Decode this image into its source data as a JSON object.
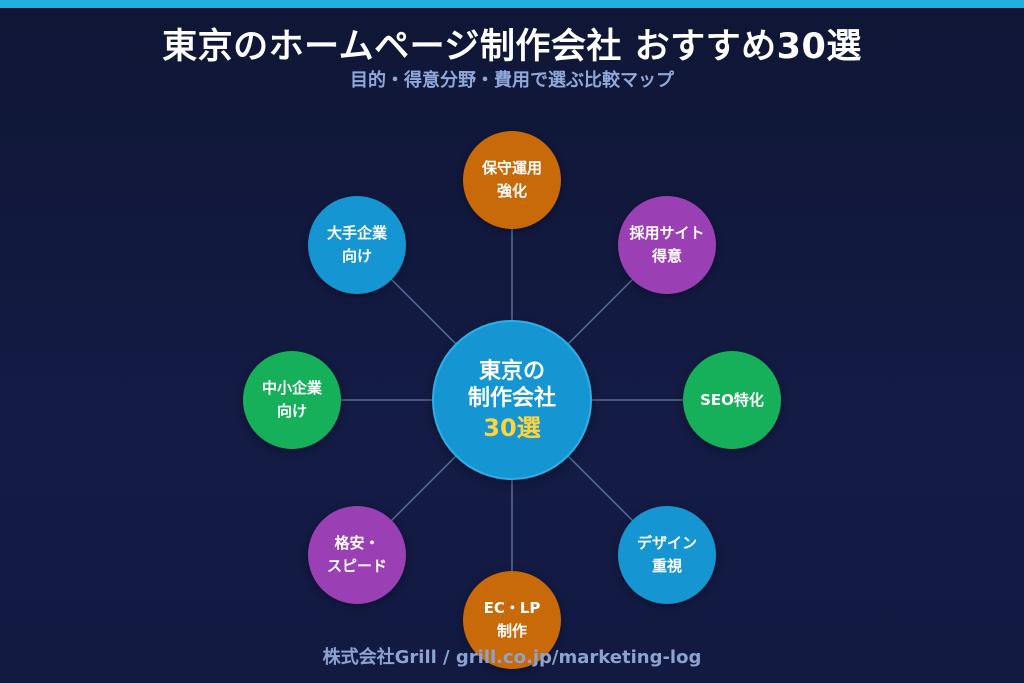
{
  "title": "東京のホームページ制作会社 おすすめ30選",
  "subtitle": "目的・得意分野・費用で選ぶ比較マップ",
  "center": {
    "line1": "東京の",
    "line2": "制作会社",
    "line3": "30選"
  },
  "nodes": [
    {
      "id": "maintenance",
      "line1": "保守運用",
      "line2": "強化",
      "color": "#c86a0a"
    },
    {
      "id": "recruit",
      "line1": "採用サイト",
      "line2": "得意",
      "color": "#9b3fb5"
    },
    {
      "id": "seo",
      "line1": "SEO特化",
      "line2": "",
      "color": "#16b05a"
    },
    {
      "id": "design",
      "line1": "デザイン",
      "line2": "重視",
      "color": "#1596d2"
    },
    {
      "id": "ec-lp",
      "line1": "EC・LP",
      "line2": "制作",
      "color": "#c86a0a"
    },
    {
      "id": "budget",
      "line1": "格安・",
      "line2": "スピード",
      "color": "#9b3fb5"
    },
    {
      "id": "sme",
      "line1": "中小企業",
      "line2": "向け",
      "color": "#16b05a"
    },
    {
      "id": "enterprise",
      "line1": "大手企業",
      "line2": "向け",
      "color": "#1596d2"
    }
  ],
  "footer": "株式会社Grill / grill.co.jp/marketing-log",
  "colors": {
    "accent_bar": "#1fb0e0",
    "connector": "#5a6c9a",
    "center_accent": "#ffd43b"
  }
}
